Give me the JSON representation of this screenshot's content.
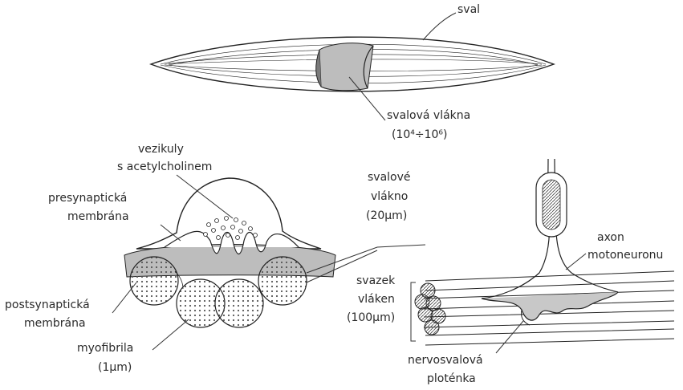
{
  "labels": {
    "sval": "sval",
    "svalova_vlakna_1": "svalová vlákna",
    "svalova_vlakna_2": "(10⁴÷10⁶)",
    "vezikuly_1": "vezikuly",
    "vezikuly_2": "s acetylcholinem",
    "presynapticka_1": "presynaptická",
    "presynapticka_2": "membrána",
    "svalove_vlakno_1": "svalové",
    "svalove_vlakno_2": "vlákno",
    "svalove_vlakno_3": "(20μm)",
    "axon_1": "axon",
    "axon_2": "motoneuronu",
    "postsynapticka_1": "postsynaptická",
    "postsynapticka_2": "membrána",
    "svazek_1": "svazek",
    "svazek_2": "vláken",
    "svazek_3": "(100μm)",
    "myofibrila_1": "myofibrila",
    "myofibrila_2": "(1μm)",
    "nervosvalova_1": "nervosvalová",
    "nervosvalova_2": "ploténka"
  },
  "colors": {
    "ink": "#222222",
    "shade": "#8a8a8a",
    "light_shade": "#c8c8c8",
    "background": "#ffffff"
  }
}
